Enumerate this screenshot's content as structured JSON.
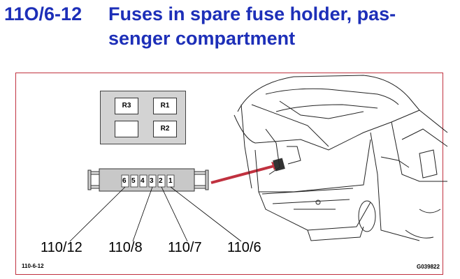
{
  "header": {
    "code": "11O/6-12",
    "title_line1": "Fuses in spare fuse holder, pas-",
    "title_line2": "senger compartment"
  },
  "relay_box": {
    "relays": [
      "R3",
      "R1",
      "",
      "R2"
    ]
  },
  "fuse_holder": {
    "slots": [
      "6",
      "5",
      "4",
      "3",
      "2",
      "1"
    ]
  },
  "fuse_labels": [
    "110/12",
    "110/8",
    "110/7",
    "110/6"
  ],
  "footer": {
    "left_ref": "110-6-12",
    "right_ref": "G039822"
  },
  "colors": {
    "title": "#1d2fb8",
    "frame": "#c0313f",
    "arrow": "#c0313f"
  }
}
